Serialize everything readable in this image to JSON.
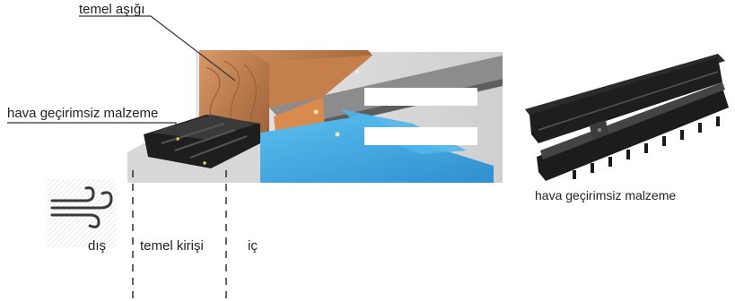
{
  "labels": {
    "sill_plate": "temel aşığı",
    "airtight_material_left": "hava geçirimsiz malzeme",
    "airtight_material_right": "hava geçirimsiz malzeme",
    "outside": "dış",
    "foundation_beam": "temel kirişi",
    "inside": "iç"
  },
  "icons": {
    "wind": "wind-icon"
  },
  "colors": {
    "wood": "#b5774a",
    "insulation_blue": "#3aa8e0",
    "gasket_black": "#1e1e1e",
    "concrete": "#d9d9d9",
    "leader_line": "#333333"
  }
}
